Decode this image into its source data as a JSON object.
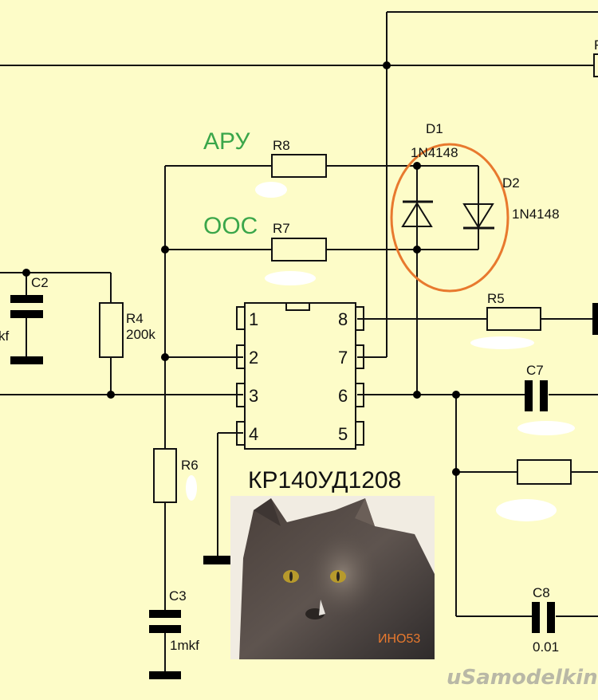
{
  "schematic": {
    "chip": {
      "name": "КР140УД1208",
      "pins_left": [
        "1",
        "2",
        "3",
        "4"
      ],
      "pins_right": [
        "8",
        "7",
        "6",
        "5"
      ]
    },
    "annotations": {
      "agc": "АРУ",
      "negative_feedback": "ООС"
    },
    "components": {
      "r8": {
        "ref": "R8"
      },
      "r7": {
        "ref": "R7"
      },
      "r4": {
        "ref": "R4",
        "value": "200k"
      },
      "r5": {
        "ref": "R5"
      },
      "r6": {
        "ref": "R6"
      },
      "c2": {
        "ref": "C2",
        "value_partial": "kf"
      },
      "c3": {
        "ref": "C3",
        "value": "1mkf"
      },
      "c7": {
        "ref": "C7"
      },
      "c8": {
        "ref": "C8",
        "value": "0.01"
      },
      "d1": {
        "ref": "D1",
        "part": "1N4148"
      },
      "d2": {
        "ref": "D2",
        "part": "1N4148"
      },
      "r_top_right": {
        "ref_partial": "R"
      }
    },
    "photo": {
      "subject": "cat",
      "caption": "ИНО53"
    },
    "watermark": "uSamodelkina.ru",
    "colors": {
      "background": "#fdfcc8",
      "highlight_ellipse": "#e8792e",
      "annotation_green": "#3aa64a",
      "caption_orange": "#e8792e"
    }
  }
}
